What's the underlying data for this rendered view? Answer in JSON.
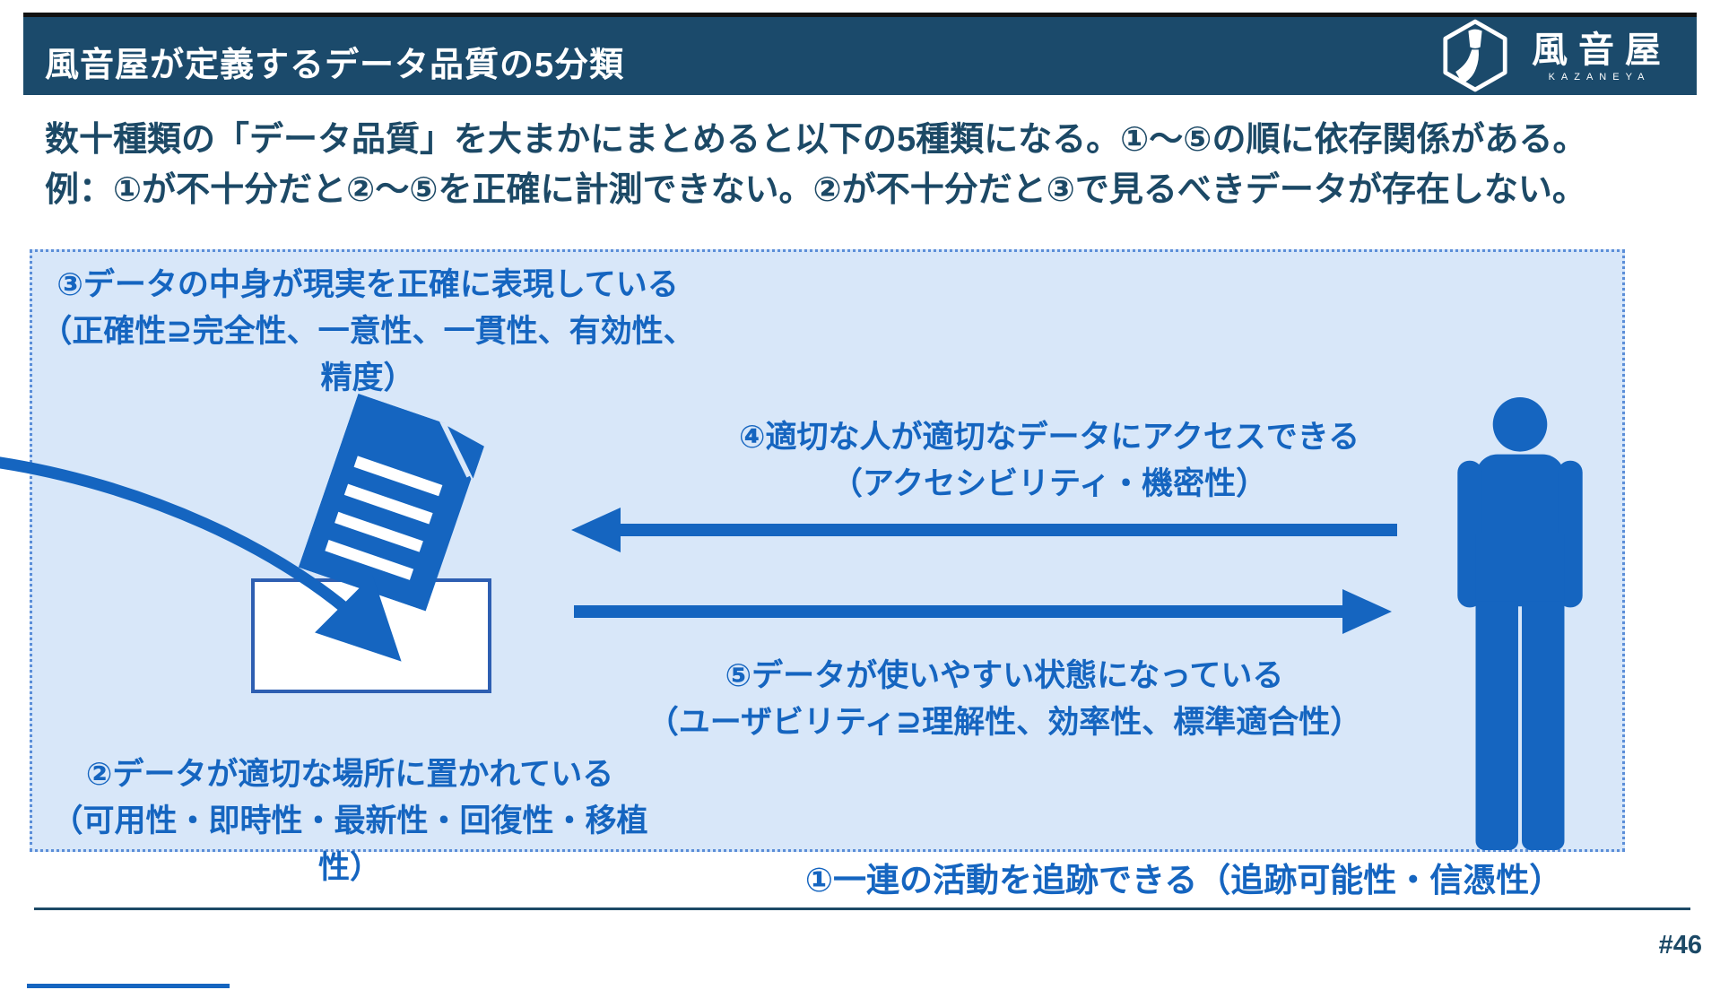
{
  "header": {
    "title": "風音屋が定義するデータ品質の5分類",
    "logo_text": "風音屋",
    "logo_subtext": "KAZANEYA"
  },
  "intro": {
    "line1": "数十種類の「データ品質」を大まかにまとめると以下の5種類になる。①〜⑤の順に依存関係がある。",
    "line2": "例：①が不十分だと②〜⑤を正確に計測できない。②が不十分だと③で見るべきデータが存在しない。"
  },
  "diagram": {
    "item3": {
      "title": "③データの中身が現実を正確に表現している",
      "detail": "（正確性⊇完全性、一意性、一貫性、有効性、精度）"
    },
    "item4": {
      "title": "④適切な人が適切なデータにアクセスできる",
      "detail": "（アクセシビリティ・機密性）"
    },
    "item5": {
      "title": "⑤データが使いやすい状態になっている",
      "detail": "（ユーザビリティ⊇理解性、効率性、標準適合性）"
    },
    "item2": {
      "title": "②データが適切な場所に置かれている",
      "detail": "（可用性・即時性・最新性・回復性・移植性）"
    },
    "item1": {
      "label": "①一連の活動を追跡できる（追跡可能性・信憑性）"
    },
    "icons": {
      "document": "document-icon",
      "inbox": "inbox-box",
      "person": "person-icon",
      "arrow_left": "left-arrow",
      "arrow_right": "right-arrow",
      "arrow_curved": "curved-arrow"
    }
  },
  "footer": {
    "page_number": "#46"
  },
  "colors": {
    "header_bg": "#1b4a6b",
    "text_navy": "#1c4966",
    "accent_blue": "#1565c0",
    "panel_bg": "#d8e7f9",
    "panel_border_dots": "#5b8ed8",
    "inbox_border": "#2e5fb2"
  }
}
